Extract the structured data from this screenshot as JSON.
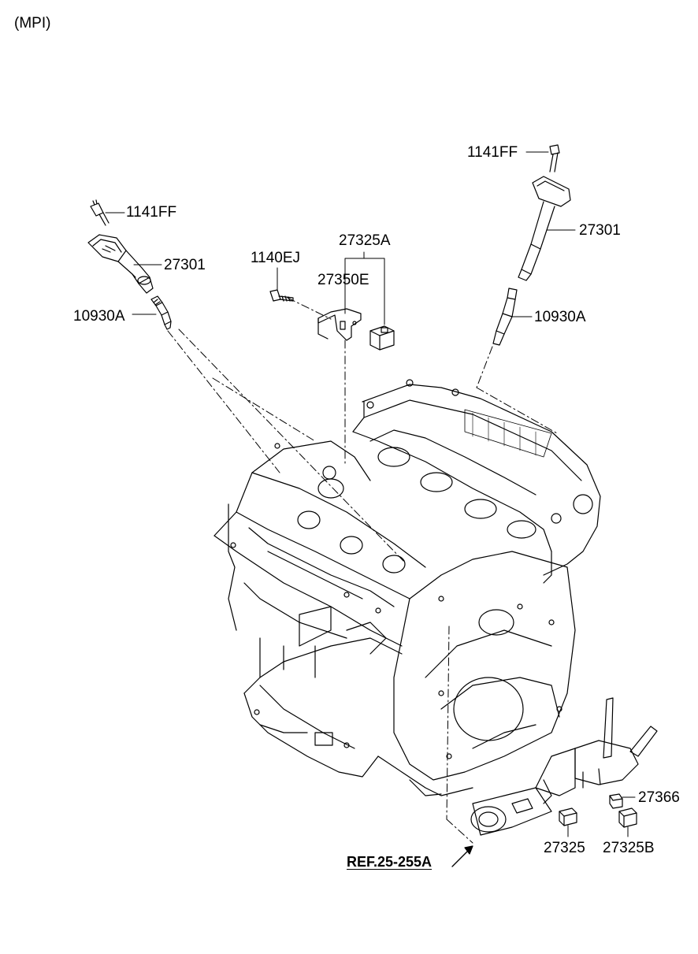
{
  "header": {
    "variant": "(MPI)"
  },
  "parts": {
    "bolt_left": "1141FF",
    "coil_left": "27301",
    "plug_left": "10930A",
    "bolt_bracket": "1140EJ",
    "sensor_bracket_group": "27325A",
    "bracket": "27350E",
    "bolt_right": "1141FF",
    "coil_right": "27301",
    "plug_right": "10930A",
    "sensor_27366": "27366",
    "sensor_27325": "27325",
    "sensor_27325b": "27325B"
  },
  "reference": {
    "label": "REF.25-255A"
  },
  "colors": {
    "line": "#000000",
    "background": "#ffffff"
  }
}
